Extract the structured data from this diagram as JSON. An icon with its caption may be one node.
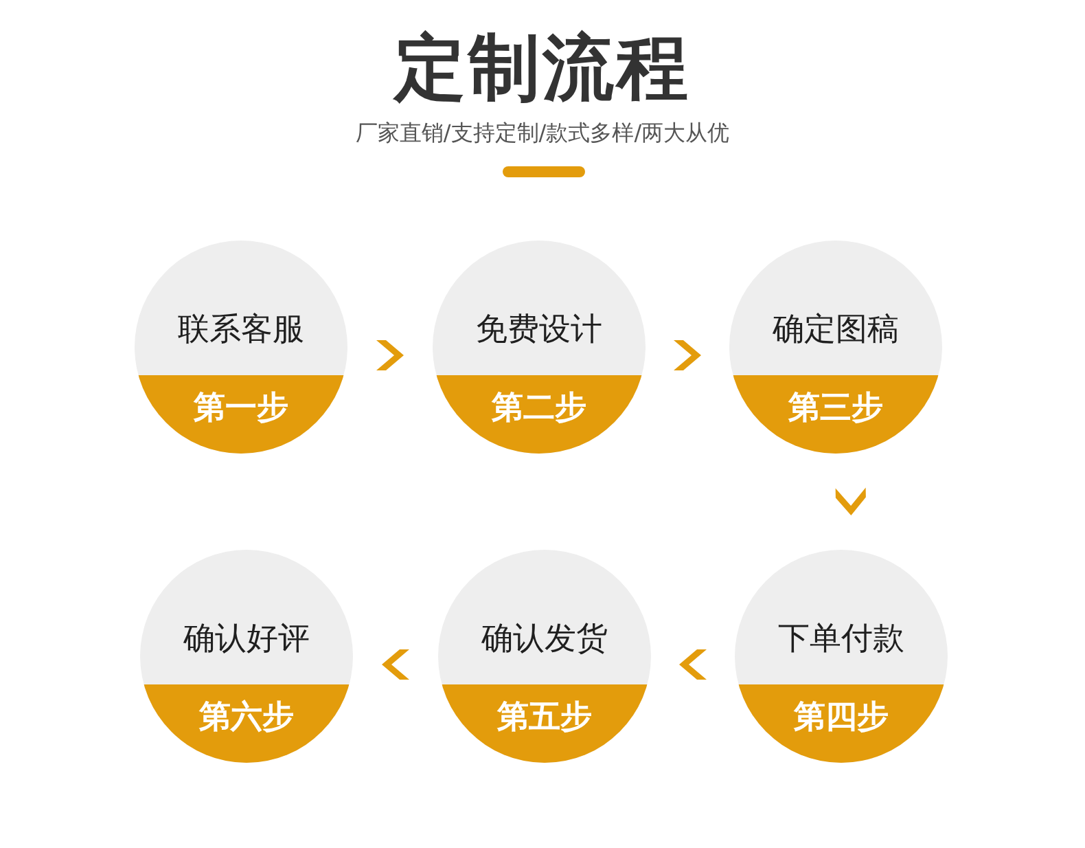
{
  "diagram": {
    "title": "定制流程",
    "nodes": [
      {
        "text": [
          "联系客服",
          "第一步"
        ]
      },
      {
        "text": [
          "免费设计",
          "第二步"
        ]
      },
      {
        "text": [
          "确定图稿",
          "第三步"
        ]
      },
      {
        "text": [
          "下单付款",
          "第四步"
        ]
      },
      {
        "text": [
          "确认发货",
          "第五步"
        ]
      },
      {
        "text": [
          "确认好评",
          "第六步"
        ]
      }
    ],
    "edges": [
      {
        "from": 0,
        "to": 1,
        "arrow": "to"
      },
      {
        "from": 1,
        "to": 2,
        "arrow": "to"
      },
      {
        "from": 2,
        "to": 3,
        "arrow": "to"
      },
      {
        "from": 3,
        "to": 4,
        "arrow": "to"
      },
      {
        "from": 4,
        "to": 5,
        "arrow": "to"
      }
    ],
    "labels": [
      "厂家直销/支持定制/款式多样/两大从优"
    ]
  }
}
